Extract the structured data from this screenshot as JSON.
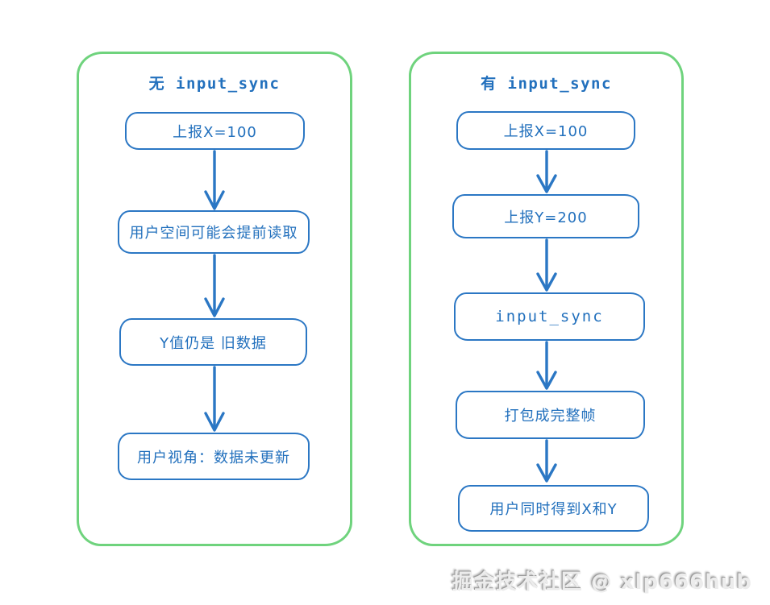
{
  "colors": {
    "panel_border": "#6fd37d",
    "node_border": "#2b77c4",
    "node_text": "#2270bd",
    "watermark_text": "#ececec"
  },
  "panels": [
    {
      "title": "无 input_sync",
      "steps": [
        "上报X=100",
        "用户空间可能会提前读取",
        "Y值仍是 旧数据",
        "用户视角：数据未更新"
      ]
    },
    {
      "title": "有 input_sync",
      "steps": [
        "上报X=100",
        "上报Y=200",
        "input_sync",
        "打包成完整帧",
        "用户同时得到X和Y"
      ]
    }
  ],
  "watermark": "掘金技术社区 @ xlp666hub"
}
